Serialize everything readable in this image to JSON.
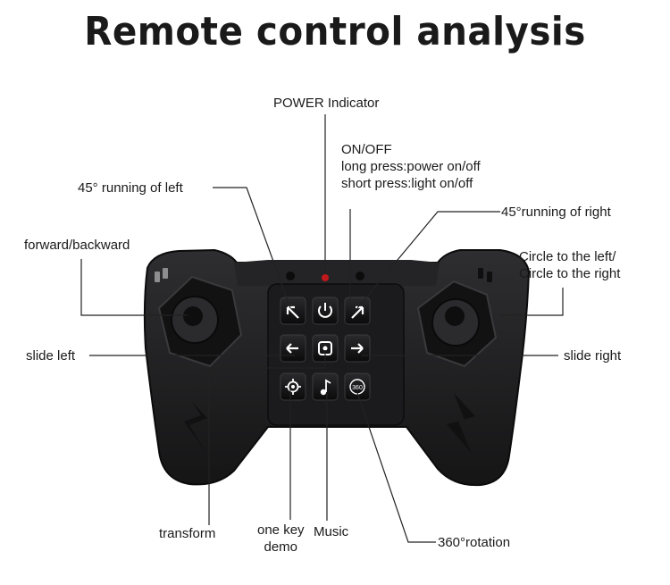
{
  "title": "Remote control analysis",
  "labels": {
    "power_indicator": "POWER Indicator",
    "onoff_line1": "ON/OFF",
    "onoff_line2": "long press:power on/off",
    "onoff_line3": "short press:light on/off",
    "left45": "45° running of left",
    "right45": "45°running of right",
    "forward_backward": "forward/backward",
    "circle_line1": "Circle to the left/",
    "circle_line2": "Circle to the right",
    "slide_left": "slide left",
    "slide_right": "slide right",
    "transform": "transform",
    "demo_line1": "one key",
    "demo_line2": "demo",
    "music": "Music",
    "rotation": "360°rotation"
  },
  "buttons": {
    "rotation_badge": "360"
  },
  "icons": [
    "arrow-up-left-icon",
    "power-icon",
    "arrow-up-right-icon",
    "arrow-left-icon",
    "transform-icon",
    "arrow-right-icon",
    "gear-icon",
    "music-note-icon",
    "rotation-360-icon"
  ],
  "colors": {
    "body": "#1f1f21",
    "button": "#0e0e0f",
    "indicator": "#c0181b"
  }
}
